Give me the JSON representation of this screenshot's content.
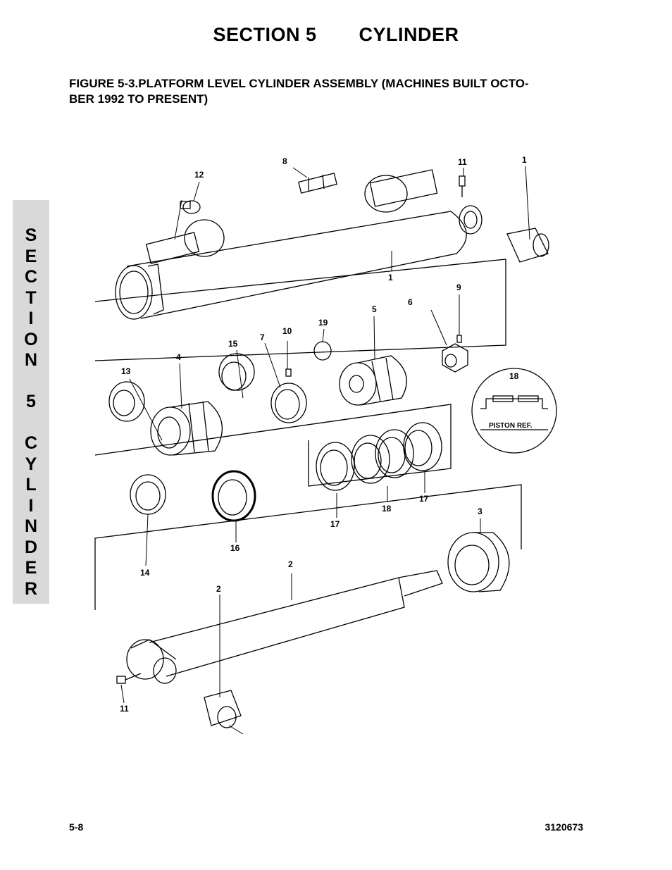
{
  "header": {
    "section": "SECTION 5",
    "subject": "CYLINDER"
  },
  "figure": {
    "title": "FIGURE 5-3.PLATFORM LEVEL CYLINDER ASSEMBLY (MACHINES BUILT OCTO-BER 1992 TO PRESENT)",
    "title_line1": "FIGURE 5-3.PLATFORM LEVEL CYLINDER ASSEMBLY (MACHINES BUILT OCTO-",
    "title_line2": "BER 1992 TO PRESENT)",
    "callouts": {
      "c1a": "1",
      "c1b": "1",
      "c2a": "2",
      "c2b": "2",
      "c3": "3",
      "c4": "4",
      "c5": "5",
      "c6": "6",
      "c7": "7",
      "c8": "8",
      "c9": "9",
      "c10": "10",
      "c11a": "11",
      "c11b": "11",
      "c12": "12",
      "c13": "13",
      "c14": "14",
      "c15": "15",
      "c16": "16",
      "c17a": "17",
      "c17b": "17",
      "c18a": "18",
      "c18b": "18",
      "c19": "19"
    },
    "inset_label": "PISTON REF."
  },
  "side_tab": {
    "text": "SECTION 5 CYLINDER",
    "letters": [
      "S",
      "E",
      "C",
      "T",
      "I",
      "O",
      "N",
      "",
      "5",
      "",
      "C",
      "Y",
      "L",
      "I",
      "N",
      "D",
      "E",
      "R"
    ]
  },
  "footer": {
    "page": "5-8",
    "doc_number": "3120673"
  }
}
